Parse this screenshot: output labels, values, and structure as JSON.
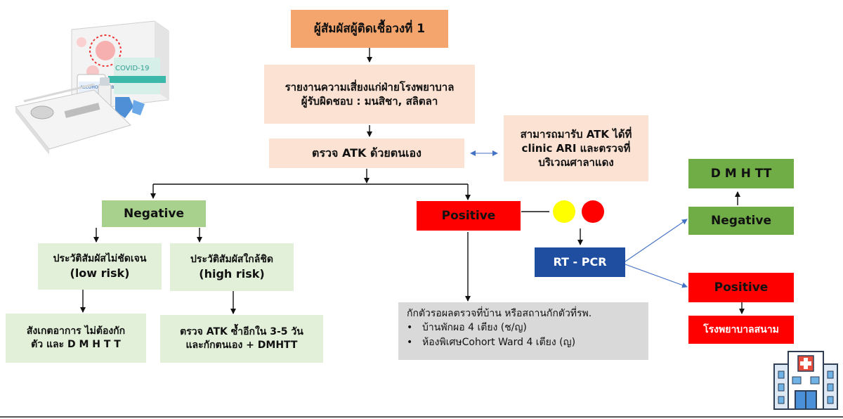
{
  "colors": {
    "orange": "#f4a46d",
    "peach": "#fbe2d3",
    "green_light": "#e2f0d9",
    "green": "#a9d18e",
    "green_dark": "#70ad47",
    "red": "#ff0000",
    "blue": "#1f4ea1",
    "gray": "#d9d9d9",
    "yellow": "#ffff00"
  },
  "title_box": {
    "text": "ผู้สัมผัสผู้ติดเชื้อวงที่ 1"
  },
  "report_box": {
    "line1": "รายงานความเสี่ยงแก่ฝ่ายโรงพยาบาล",
    "line2": "ผู้รับผิดชอบ : มนสิชา, สลิตลา"
  },
  "atk_box": {
    "text": "ตรวจ ATK ด้วยตนเอง"
  },
  "pickup_box": {
    "line1": "สามารถมารับ ATK ได้ที่",
    "line2": "clinic ARI และตรวจที่",
    "line3": "บริเวณศาลาแดง"
  },
  "negative_box": {
    "text": "Negative"
  },
  "low_risk_box": {
    "line1": "ประวัติสัมผัสไม่ชัดเจน",
    "line2": "(low risk)"
  },
  "high_risk_box": {
    "line1": "ประวัติสัมผัสใกล้ชิด",
    "line2": "(high risk)"
  },
  "observe_box": {
    "line1": "สังเกตอาการ ไม่ต้องกัก",
    "line2": "ตัว และ D M H T T"
  },
  "retest_box": {
    "line1": "ตรวจ ATK ซ้ำอีกใน 3-5 วัน",
    "line2": "และกักตนเอง + DMHTT"
  },
  "positive_box": {
    "text": "Positive"
  },
  "quarantine_box": {
    "title": "กักตัวรอผลตรวจที่บ้าน หรือสถานกักตัวที่รพ.",
    "bullet_symbol": "•",
    "items": [
      "บ้านพักผอ 4 เตียง (ช/ญ)",
      "ห้องพิเศษCohort Ward 4 เตียง (ญ)"
    ]
  },
  "rtpcr_box": {
    "text": "RT - PCR"
  },
  "dmhtt_box": {
    "text": "D M H TT"
  },
  "pcr_negative_box": {
    "text": "Negative"
  },
  "pcr_positive_box": {
    "text": "Positive"
  },
  "field_hospital_box": {
    "text": "โรงพยาบาลสนาม"
  },
  "kit_image": {
    "box_label": "COVID-19",
    "alcohol_label": "ALCOHOL SWAB"
  },
  "icons": {
    "hospital": "hospital-icon",
    "test_kit": "antigen-test-kit-image",
    "yellow_dot": "yellow-circle",
    "red_dot": "red-circle"
  }
}
